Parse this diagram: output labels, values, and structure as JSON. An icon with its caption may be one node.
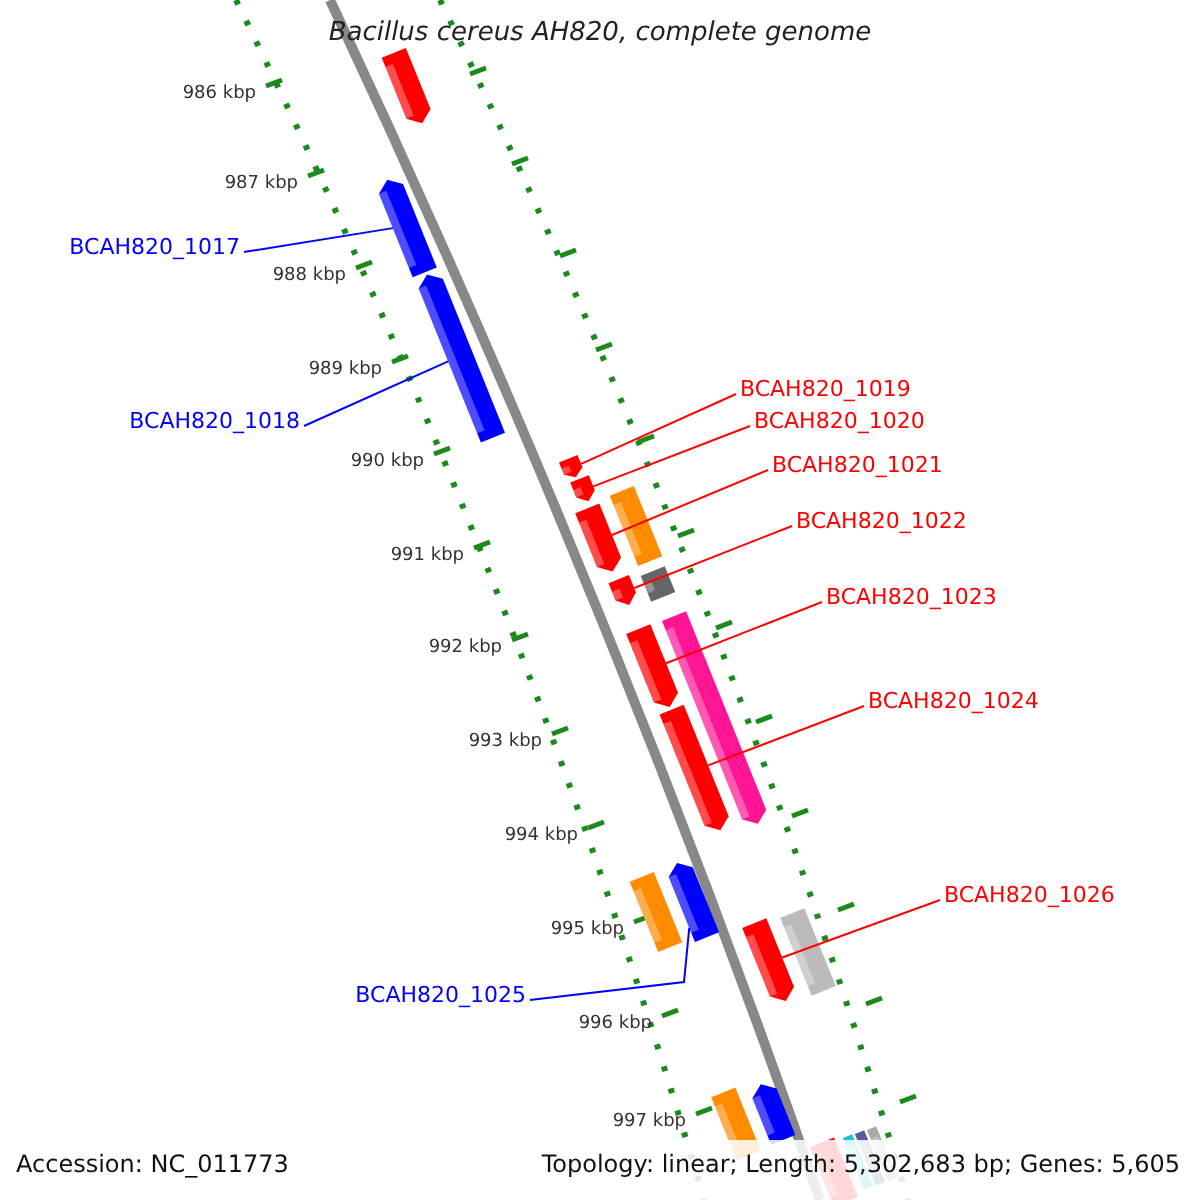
{
  "diagram": {
    "title": "Bacillus cereus AH820, complete genome",
    "nodes": [
      {
        "text": [
          "BCAH820_1017"
        ]
      },
      {
        "text": [
          "BCAH820_1018"
        ]
      },
      {
        "text": [
          "BCAH820_1019"
        ]
      },
      {
        "text": [
          "BCAH820_1020"
        ]
      },
      {
        "text": [
          "BCAH820_1021"
        ]
      },
      {
        "text": [
          "BCAH820_1022"
        ]
      },
      {
        "text": [
          "BCAH820_1023"
        ]
      },
      {
        "text": [
          "BCAH820_1024"
        ]
      },
      {
        "text": [
          "BCAH820_1025"
        ]
      },
      {
        "text": [
          "BCAH820_1026"
        ]
      },
      {
        "text": [],
        "shape": "bar"
      },
      {
        "text": [],
        "shape": "bar"
      },
      {
        "text": [],
        "shape": "bar"
      },
      {
        "text": [],
        "shape": "bar"
      },
      {
        "text": [],
        "shape": "bar"
      },
      {
        "text": [],
        "shape": "bar"
      },
      {
        "text": [],
        "shape": "bar"
      },
      {
        "text": [],
        "shape": "bar"
      },
      {
        "text": [],
        "shape": "bar"
      },
      {
        "text": [],
        "shape": "bar"
      },
      {
        "text": [],
        "shape": "bar"
      },
      {
        "text": [],
        "shape": "bar"
      },
      {
        "text": [],
        "shape": "bar"
      },
      {
        "text": [],
        "shape": "bar"
      },
      {
        "text": [],
        "shape": "bar"
      },
      {
        "text": [],
        "shape": "bar"
      },
      {
        "text": [],
        "shape": "bar"
      },
      {
        "text": [],
        "shape": "bar"
      },
      {
        "text": [],
        "shape": "bar"
      },
      {
        "text": [],
        "shape": "bar"
      },
      {
        "text": [],
        "shape": "bar"
      },
      {
        "text": [],
        "shape": "bar"
      }
    ],
    "edges": [
      {
        "from": 0,
        "to": 11,
        "arrow": "none",
        "color": "#0000ff"
      },
      {
        "from": 1,
        "to": 12,
        "arrow": "none",
        "color": "#0000ff"
      },
      {
        "from": 2,
        "to": 13,
        "arrow": "none"
      },
      {
        "from": 3,
        "to": 14,
        "arrow": "none"
      },
      {
        "from": 4,
        "to": 16,
        "arrow": "none"
      },
      {
        "from": 5,
        "to": 18,
        "arrow": "none"
      },
      {
        "from": 6,
        "to": 19,
        "arrow": "none"
      },
      {
        "from": 7,
        "to": 21,
        "arrow": "none"
      },
      {
        "from": 8,
        "to": 22,
        "arrow": "none",
        "color": "#0000ff"
      },
      {
        "from": 9,
        "to": 25,
        "arrow": "none"
      }
    ],
    "labels": [
      "986 kbp",
      "987 kbp",
      "988 kbp",
      "989 kbp",
      "990 kbp",
      "991 kbp",
      "992 kbp",
      "993 kbp",
      "994 kbp",
      "995 kbp",
      "996 kbp",
      "997 kbp",
      "Accession: NC_011773",
      "Topology: linear; Length: 5,302,683 bp; Genes: 5,605"
    ]
  }
}
